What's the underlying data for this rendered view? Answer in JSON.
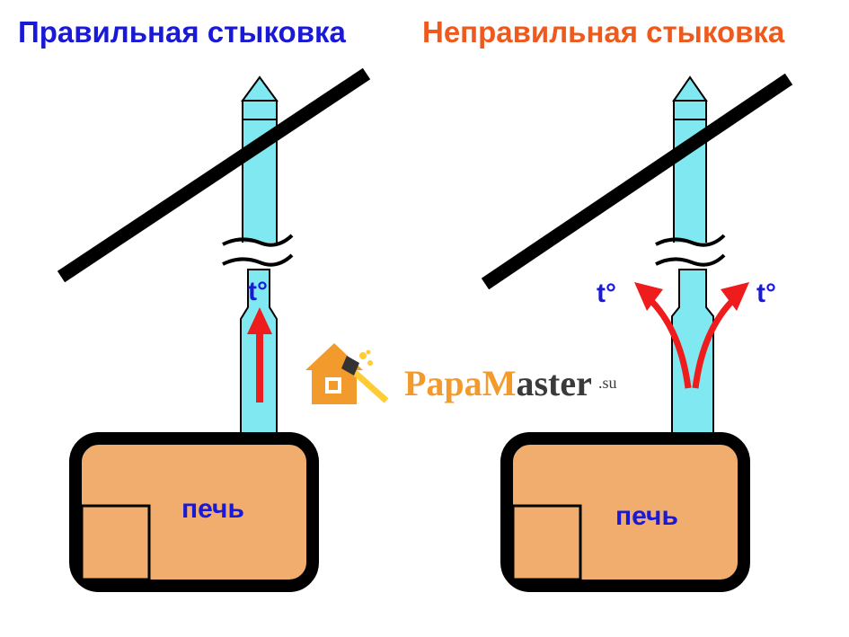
{
  "titles": {
    "correct": "Правильная стыковка",
    "incorrect": "Неправильная стыковка"
  },
  "labels": {
    "stove_left": "печь",
    "stove_right": "печь",
    "temp_left": "t°",
    "temp_right_a": "t°",
    "temp_right_b": "t°"
  },
  "logo": {
    "text_papa": "Papa",
    "text_m": "M",
    "text_aster": "aster",
    "text_su": ".su"
  },
  "colors": {
    "title_correct": "#1a1ad6",
    "title_incorrect": "#ee5a1e",
    "pipe_fill": "#7fe8f0",
    "stove_fill": "#f0ad6e",
    "arrow": "#ee1c1c",
    "label_blue": "#1a1ad6",
    "outline": "#000000"
  },
  "icons": {
    "logo": "house-paintbrush-icon"
  }
}
